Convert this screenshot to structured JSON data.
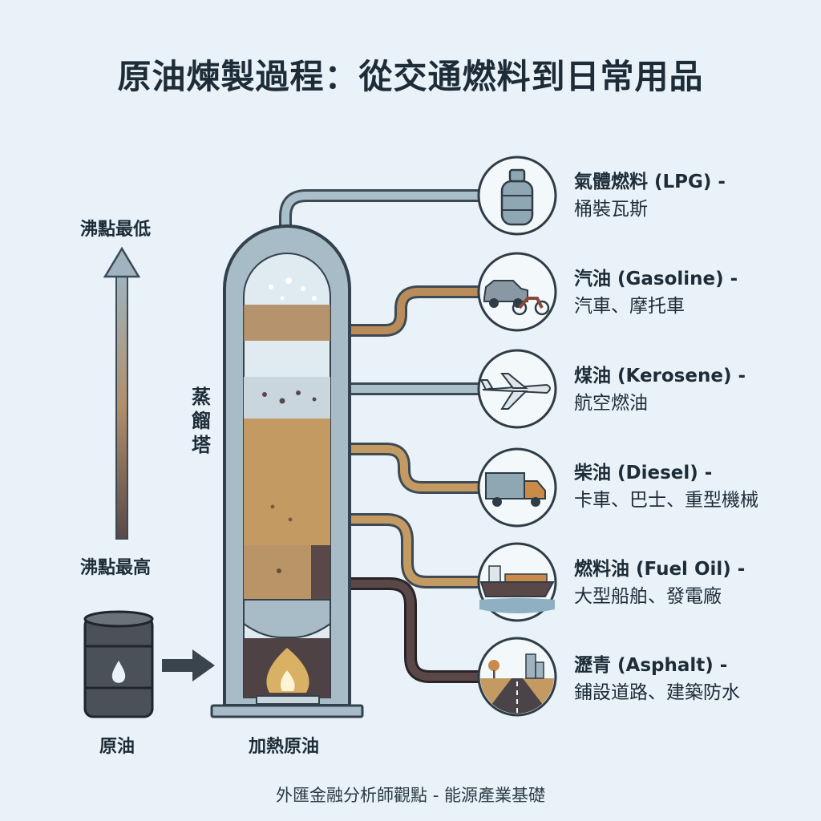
{
  "title": "原油煉製過程：從交通燃料到日常用品",
  "scale": {
    "top_label": "沸點最低",
    "bottom_label": "沸點最高"
  },
  "tower_label": "蒸餾塔",
  "crude_label": "原油",
  "heat_label": "加熱原油",
  "products": [
    {
      "name": "氣體燃料 (LPG) -",
      "use": "桶裝瓦斯",
      "icon": "gas-cylinder-icon"
    },
    {
      "name": "汽油 (Gasoline) -",
      "use": "汽車、摩托車",
      "icon": "car-motorcycle-icon"
    },
    {
      "name": "煤油 (Kerosene) -",
      "use": "航空燃油",
      "icon": "airplane-icon"
    },
    {
      "name": "柴油 (Diesel) -",
      "use": "卡車、巴士、重型機械",
      "icon": "truck-icon"
    },
    {
      "name": "燃料油 (Fuel Oil) -",
      "use": "大型船舶、發電廠",
      "icon": "ship-icon"
    },
    {
      "name": "瀝青 (Asphalt) -",
      "use": "鋪設道路、建築防水",
      "icon": "road-icon"
    }
  ],
  "footer": "外匯金融分析師觀點 - 能源產業基礎",
  "colors": {
    "background": "#e8f2f8",
    "steel": "#9fb4c0",
    "light_fraction": "#b08b5e",
    "mid_fraction": "#c49a63",
    "heavy_fraction": "#5a4848",
    "flame": "#f0c46a"
  }
}
